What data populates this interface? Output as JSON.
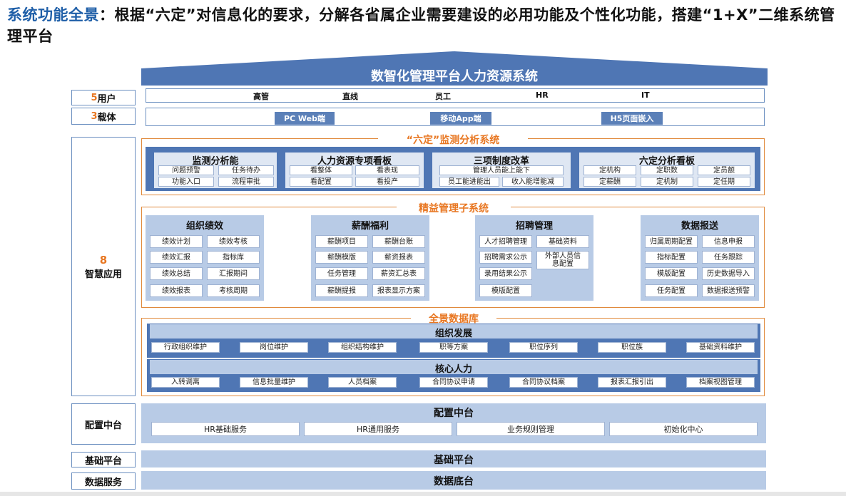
{
  "title": {
    "highlight": "系统功能全景",
    "text": "：根据“六定”对信息化的要求，分解各省属企业需要建设的必用功能及个性化功能，搭建“1+X”二维系统管理平台"
  },
  "roof_label": "数智化管理平台人力资源系统",
  "rows": {
    "users": {
      "num": "5",
      "label": "用户",
      "items": [
        "高管",
        "直线",
        "员工",
        "HR",
        "IT"
      ]
    },
    "carrier": {
      "num": "3",
      "label": "载体",
      "items": [
        "PC Web端",
        "移动App端",
        "H5页面嵌入"
      ]
    },
    "smart": {
      "num": "8",
      "label": "智慧应用"
    },
    "config": {
      "label": "配置中台"
    },
    "base": {
      "label": "基础平台"
    },
    "data": {
      "label": "数据服务"
    }
  },
  "monitor": {
    "title": "“六定”监测分析系统",
    "groups": [
      {
        "title": "监测分析能",
        "cells": [
          "问题预警",
          "任务待办",
          "功能入口",
          "流程审批"
        ]
      },
      {
        "title": "人力资源专项看板",
        "cells": [
          "看整体",
          "看表现",
          "看配置",
          "看投产"
        ]
      },
      {
        "title": "三项制度改革",
        "cells": [
          "管理人员能上能下",
          "员工能进能出",
          "收入能增能减"
        ]
      },
      {
        "title": "六定分析看板",
        "cells": [
          "定机构",
          "定职数",
          "定员额",
          "定薪酬",
          "定机制",
          "定任期"
        ]
      }
    ]
  },
  "lean": {
    "title": "精益管理子系统",
    "groups": [
      {
        "title": "组织绩效",
        "cells": [
          "绩效计划",
          "绩效考核",
          "绩效汇报",
          "指标库",
          "绩效总结",
          "汇报期间",
          "绩效报表",
          "考核周期"
        ]
      },
      {
        "title": "薪酬福利",
        "cells": [
          "薪酬项目",
          "薪酬台账",
          "薪酬模版",
          "薪资报表",
          "任务管理",
          "薪资汇总表",
          "薪酬提报",
          "报表显示方案"
        ]
      },
      {
        "title": "招聘管理",
        "cells": [
          "人才招聘管理",
          "基础资料",
          "招聘需求公示",
          "外部人员信息配置",
          "录用结果公示",
          "模版配置"
        ]
      },
      {
        "title": "数据报送",
        "cells": [
          "归属周期配置",
          "信息申报",
          "指标配置",
          "任务跟踪",
          "模版配置",
          "历史数据导入",
          "任务配置",
          "数据报送预警"
        ]
      }
    ]
  },
  "datalake": {
    "title": "全景数据库",
    "org": {
      "title": "组织发展",
      "cells": [
        "行政组织维护",
        "岗位维护",
        "组织结构维护",
        "职等方案",
        "职位序列",
        "职位族",
        "基础资料维护"
      ]
    },
    "core": {
      "title": "核心人力",
      "cells": [
        "入转调离",
        "信息批量维护",
        "人员档案",
        "合同协议申请",
        "合同协议档案",
        "报表汇报引出",
        "档案视图管理"
      ]
    }
  },
  "config_center": {
    "title": "配置中台",
    "cells": [
      "HR基础服务",
      "HR通用服务",
      "业务规则管理",
      "初始化中心"
    ]
  },
  "base_platform": {
    "title": "基础平台"
  },
  "data_platform": {
    "title": "数据底台"
  },
  "colors": {
    "accent": "#e87722",
    "blue_dark": "#4f76b4",
    "blue_light": "#b8cbe6",
    "title_blue": "#1f5fa8"
  }
}
